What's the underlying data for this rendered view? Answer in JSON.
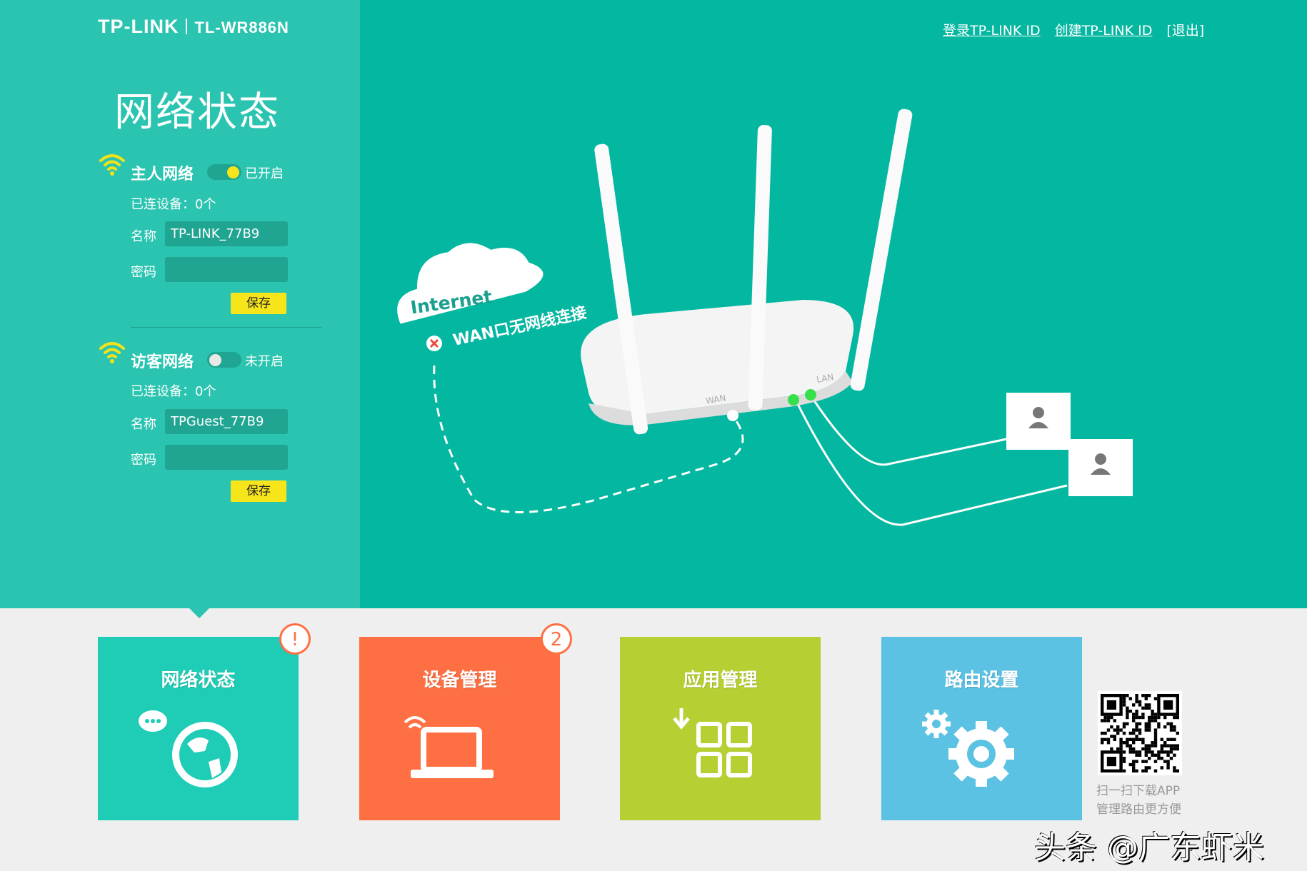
{
  "header": {
    "brand": "TP-LINK",
    "model": "TL-WR886N",
    "links": [
      "登录TP-LINK ID",
      "创建TP-LINK ID",
      "[退出]"
    ]
  },
  "panel": {
    "title": "网络状态",
    "main": {
      "label": "主人网络",
      "toggle_on": true,
      "status": "已开启",
      "connected": "已连设备：0个",
      "name_label": "名称",
      "name_value": "TP-LINK_77B9",
      "password_label": "密码",
      "password_value": "",
      "save": "保存"
    },
    "guest": {
      "label": "访客网络",
      "toggle_on": false,
      "status": "未开启",
      "connected": "已连设备：0个",
      "name_label": "名称",
      "name_value": "TPGuest_77B9",
      "password_label": "密码",
      "password_value": "",
      "save": "保存"
    }
  },
  "diagram": {
    "cloud": "Internet",
    "wan_status": "WAN口无网线连接",
    "wan_port": "WAN",
    "lan_port": "LAN"
  },
  "tiles": [
    {
      "label": "网络状态",
      "color": "#1fcdb6",
      "badge": "!",
      "icon": "globe-chat-icon"
    },
    {
      "label": "设备管理",
      "color": "#fe7043",
      "badge": "2",
      "icon": "laptop-wifi-icon"
    },
    {
      "label": "应用管理",
      "color": "#b6cf33",
      "badge": "",
      "icon": "apps-download-icon"
    },
    {
      "label": "路由设置",
      "color": "#5bc2e3",
      "badge": "",
      "icon": "gear-icon"
    }
  ],
  "qr": {
    "line1": "扫一扫下载APP",
    "line2": "管理路由更方便"
  },
  "watermark": "头条 @广东虾米"
}
